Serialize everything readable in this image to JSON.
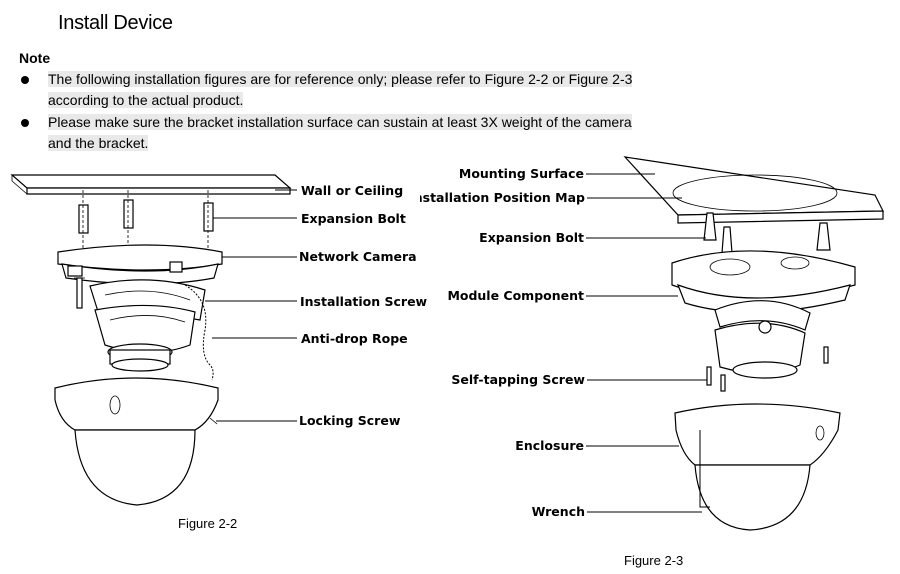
{
  "heading": "Install Device",
  "note_label": "Note",
  "bullets": [
    {
      "line1": "The following installation figures are for reference only; please refer to Figure 2-2 or Figure 2-3",
      "line2": "according to the actual product."
    },
    {
      "line1": "Please make sure the bracket installation surface can sustain at least 3X weight of the camera",
      "line2": "and the bracket."
    }
  ],
  "figure_left": {
    "caption": "Figure 2-2",
    "labels": [
      "Wall or Ceiling",
      "Expansion Bolt",
      "Network Camera",
      "Installation Screw",
      "Anti-drop Rope",
      "Locking Screw"
    ]
  },
  "figure_right": {
    "caption": "Figure 2-3",
    "labels": [
      "Mounting Surface",
      "Installation Position Map",
      "Expansion Bolt",
      "Module Component",
      "Self-tapping Screw",
      "Enclosure",
      "Wrench"
    ]
  }
}
